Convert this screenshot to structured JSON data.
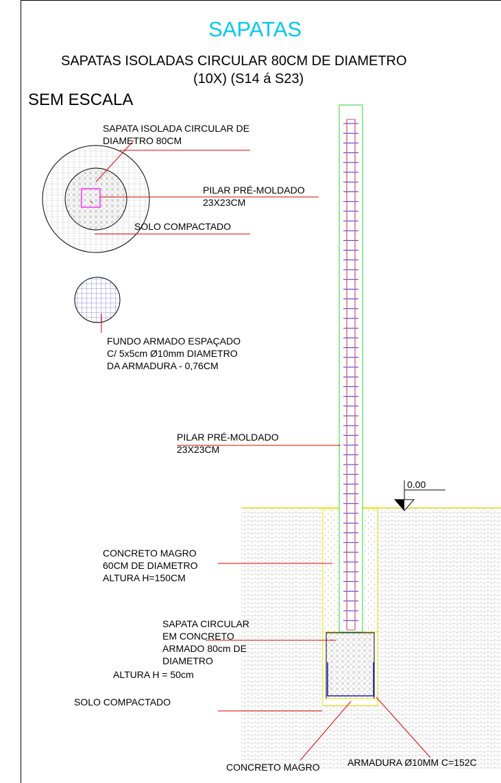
{
  "title": "SAPATAS",
  "subtitle_line1": "SAPATAS ISOLADAS CIRCULAR 80CM DE DIAMETRO",
  "subtitle_line2": "(10X) (S14 á S23)",
  "scale_note": "SEM ESCALA",
  "plan_view": {
    "footing_label_line1": "SAPATA ISOLADA CIRCULAR DE",
    "footing_label_line2": "DIAMETRO 80CM",
    "column_label_line1": "PILAR PRÉ-MOLDADO",
    "column_label_line2": "23X23CM",
    "soil_label": "SOLO COMPACTADO"
  },
  "reinforcement_detail": {
    "label_line1": "FUNDO ARMADO ESPAÇADO",
    "label_line2": "C/ 5x5cm Ø10mm DIAMETRO",
    "label_line3": "DA ARMADURA - 0,76CM"
  },
  "section_view": {
    "column_label_line1": "PILAR PRÉ-MOLDADO",
    "column_label_line2": "23X23CM",
    "level_mark": "0.00",
    "lean_concrete_line1": "CONCRETO MAGRO",
    "lean_concrete_line2": "60CM DE DIAMETRO",
    "lean_concrete_line3": "ALTURA H=150CM",
    "footing_line1": "SAPATA CIRCULAR",
    "footing_line2": "EM CONCRETO",
    "footing_line3": "ARMADO 80cm DE",
    "footing_line4": "DIAMETRO",
    "footing_height": "ALTURA H = 50cm",
    "soil_label": "SOLO COMPACTADO",
    "base_label": "CONCRETO MAGRO",
    "rebar_label": "ARMADURA Ø10MM C=152C"
  },
  "colors": {
    "title": "#00c8f0",
    "leader": "#e00000",
    "column": "#33cc33",
    "rebar_long": "#e0407a",
    "rebar_stirrup": "#3333cc",
    "ground_line": "#e8e000",
    "hatch": "#c8c8c8",
    "magenta": "#ff00ff"
  }
}
